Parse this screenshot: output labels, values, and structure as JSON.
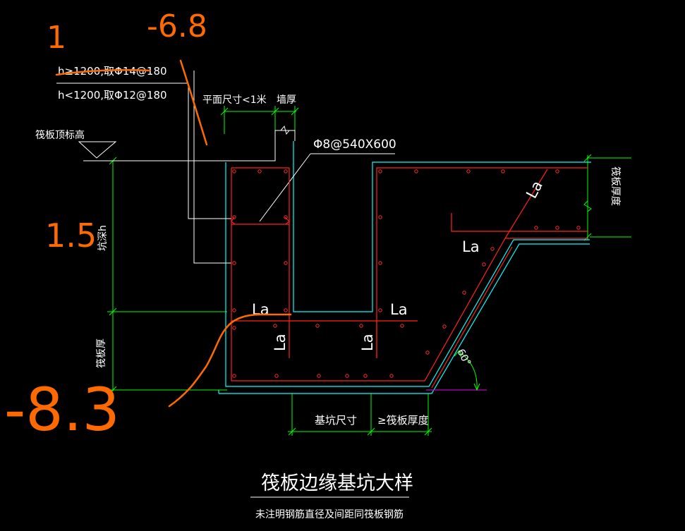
{
  "colors": {
    "background": "#000000",
    "linework": "#ffffff",
    "dimension": "#00ff00",
    "outline": "#00ffff",
    "rebar": "#ff2020",
    "slope": "#c000c0",
    "markup": "#ff6a00"
  },
  "annotations": {
    "rebar_tall": "h≥1200,取Φ14@180",
    "rebar_short": "h<1200,取Φ12@180",
    "plan_size": "平面尺寸<1米",
    "wall_thickness": "墙厚",
    "stirrup": "Φ8@540X600",
    "raft_top_elevation": "筏板顶标高",
    "raft_thickness_right": "筏板厚度",
    "pit_depth": "坑深h",
    "raft_thickness_left": "筏板厚",
    "pit_size": "基坑尺寸",
    "min_raft_thickness": "≥筏板厚度",
    "angle": "60°",
    "anchorage_1": "La",
    "anchorage_2": "La",
    "anchorage_3": "La",
    "anchorage_4": "La",
    "anchorage_5": "La",
    "anchorage_6": "La"
  },
  "title": {
    "main": "筏板边缘基坑大样",
    "note": "未注明钢筋直径及间距同筏板钢筋"
  },
  "handwriting": {
    "mark_top_left": "1",
    "mark_top": "-6.8",
    "mark_left": "1.5",
    "mark_bottom": "-8.3"
  }
}
